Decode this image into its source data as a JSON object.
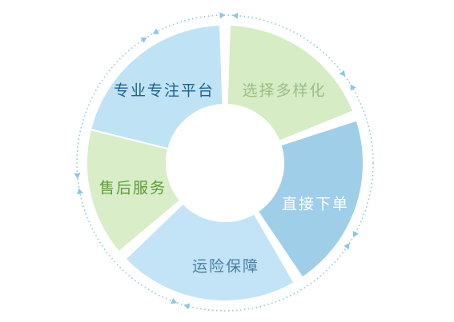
{
  "diagram": {
    "segments": [
      {
        "label": "专业专注平台",
        "fill": "#bfe3f5",
        "text_color": "#1f5f8e"
      },
      {
        "label": "选择多样化",
        "fill": "#d6ecc4",
        "text_color": "#9bbd86"
      },
      {
        "label": "直接下单",
        "fill": "#9fcfe8",
        "text_color": "#ffffff"
      },
      {
        "label": "运险保障",
        "fill": "#c3e4f6",
        "text_color": "#4a7da3"
      },
      {
        "label": "售后服务",
        "fill": "#d9edc8",
        "text_color": "#5d9b3a"
      }
    ],
    "ring_color": "#8ec6e3",
    "arrow_color": "#8ec6e3"
  }
}
